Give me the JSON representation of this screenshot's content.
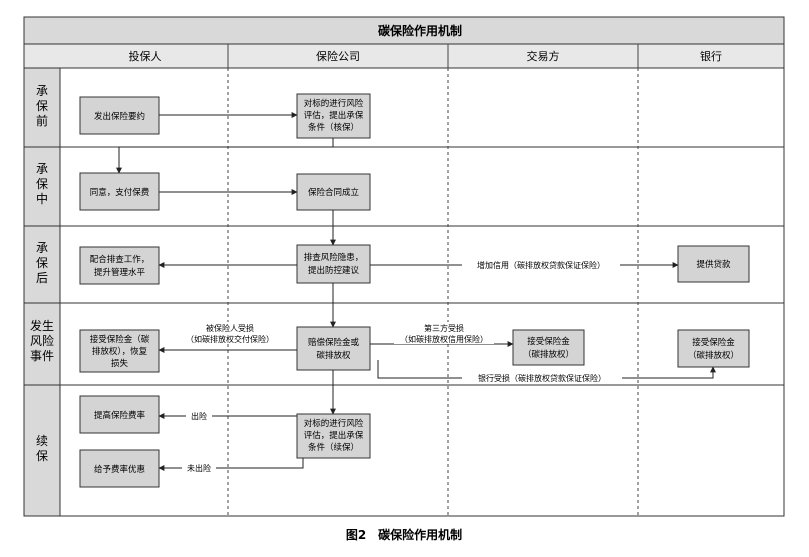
{
  "title": "碳保险作用机制",
  "caption": "图2　碳保险作用机制",
  "lanes": [
    "投保人",
    "保险公司",
    "交易方",
    "银行"
  ],
  "stages": [
    "承保前",
    "承保中",
    "承保后",
    "发生风险事件",
    "续保"
  ],
  "boxes": {
    "propose": "发出保险要约",
    "assess1": [
      "对标的进行风险",
      "评估，提出承保",
      "条件（核保）"
    ],
    "agree": "同意，支付保费",
    "contract": "保险合同成立",
    "cooperate": [
      "配合排查工作，",
      "提升管理水平"
    ],
    "inspect": [
      "排查风险隐患，",
      "提出防控建议"
    ],
    "loan": "提供贷款",
    "receive_a": [
      "接受保险金（碳",
      "排放权），恢复",
      "损失"
    ],
    "compensate": [
      "赔偿保险金或",
      "碳排放权"
    ],
    "receive_c": [
      "接受保险金",
      "（碳排放权）"
    ],
    "receive_d": [
      "接受保险金",
      "（碳排放权）"
    ],
    "raise": "提高保险费率",
    "assess2": [
      "对标的进行风险",
      "评估，提出承保",
      "条件（续保）"
    ],
    "discount": "给予费率优惠"
  },
  "labels": {
    "credit": "增加信用（碳排放权贷款保证保险）",
    "insured_loss": [
      "被保险人受损",
      "（如碳排放权交付保险）"
    ],
    "third_loss": [
      "第三方受损",
      "（如碳排放权信用保险）"
    ],
    "bank_loss": "银行受损（碳排放权贷款保证保险）",
    "claim": "出险",
    "no_claim": "未出险"
  },
  "colors": {
    "header_bg": "#d9d9d9",
    "box_bg": "#d4d4d4",
    "stroke": "#333333"
  }
}
